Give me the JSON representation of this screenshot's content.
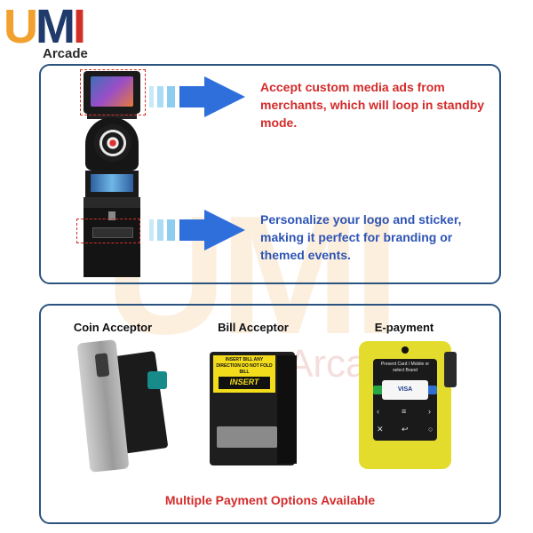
{
  "logo": {
    "letter_u": "U",
    "letter_m": "M",
    "letter_i": "I",
    "subtitle": "Arcade"
  },
  "colors": {
    "accent_red": "#d42b2b",
    "accent_blue": "#2e54b5",
    "panel_border": "#2b5380",
    "arrow_blue": "#2f6fdc",
    "arrow_light": "#9ed6f2"
  },
  "features": {
    "media_ads": {
      "text": "Accept custom media ads from  merchants, which will loop in standby mode."
    },
    "branding": {
      "text": "Personalize your logo and sticker, making it perfect for branding or themed events."
    }
  },
  "payments": {
    "coin": {
      "label": "Coin Acceptor"
    },
    "bill": {
      "label": "Bill Acceptor",
      "sticker_line1": "INSERT BILL ANY DIRECTION DO NOT FOLD BILL",
      "sticker_line2": "INSERT"
    },
    "epay": {
      "label": "E-payment",
      "screen_text": "Present Card / Mobile or select Brand",
      "card_brand": "VISA"
    }
  },
  "footer": {
    "text": "Multiple Payment Options Available"
  },
  "icons": [
    "right-arrow-icon",
    "visa-card-icon"
  ]
}
